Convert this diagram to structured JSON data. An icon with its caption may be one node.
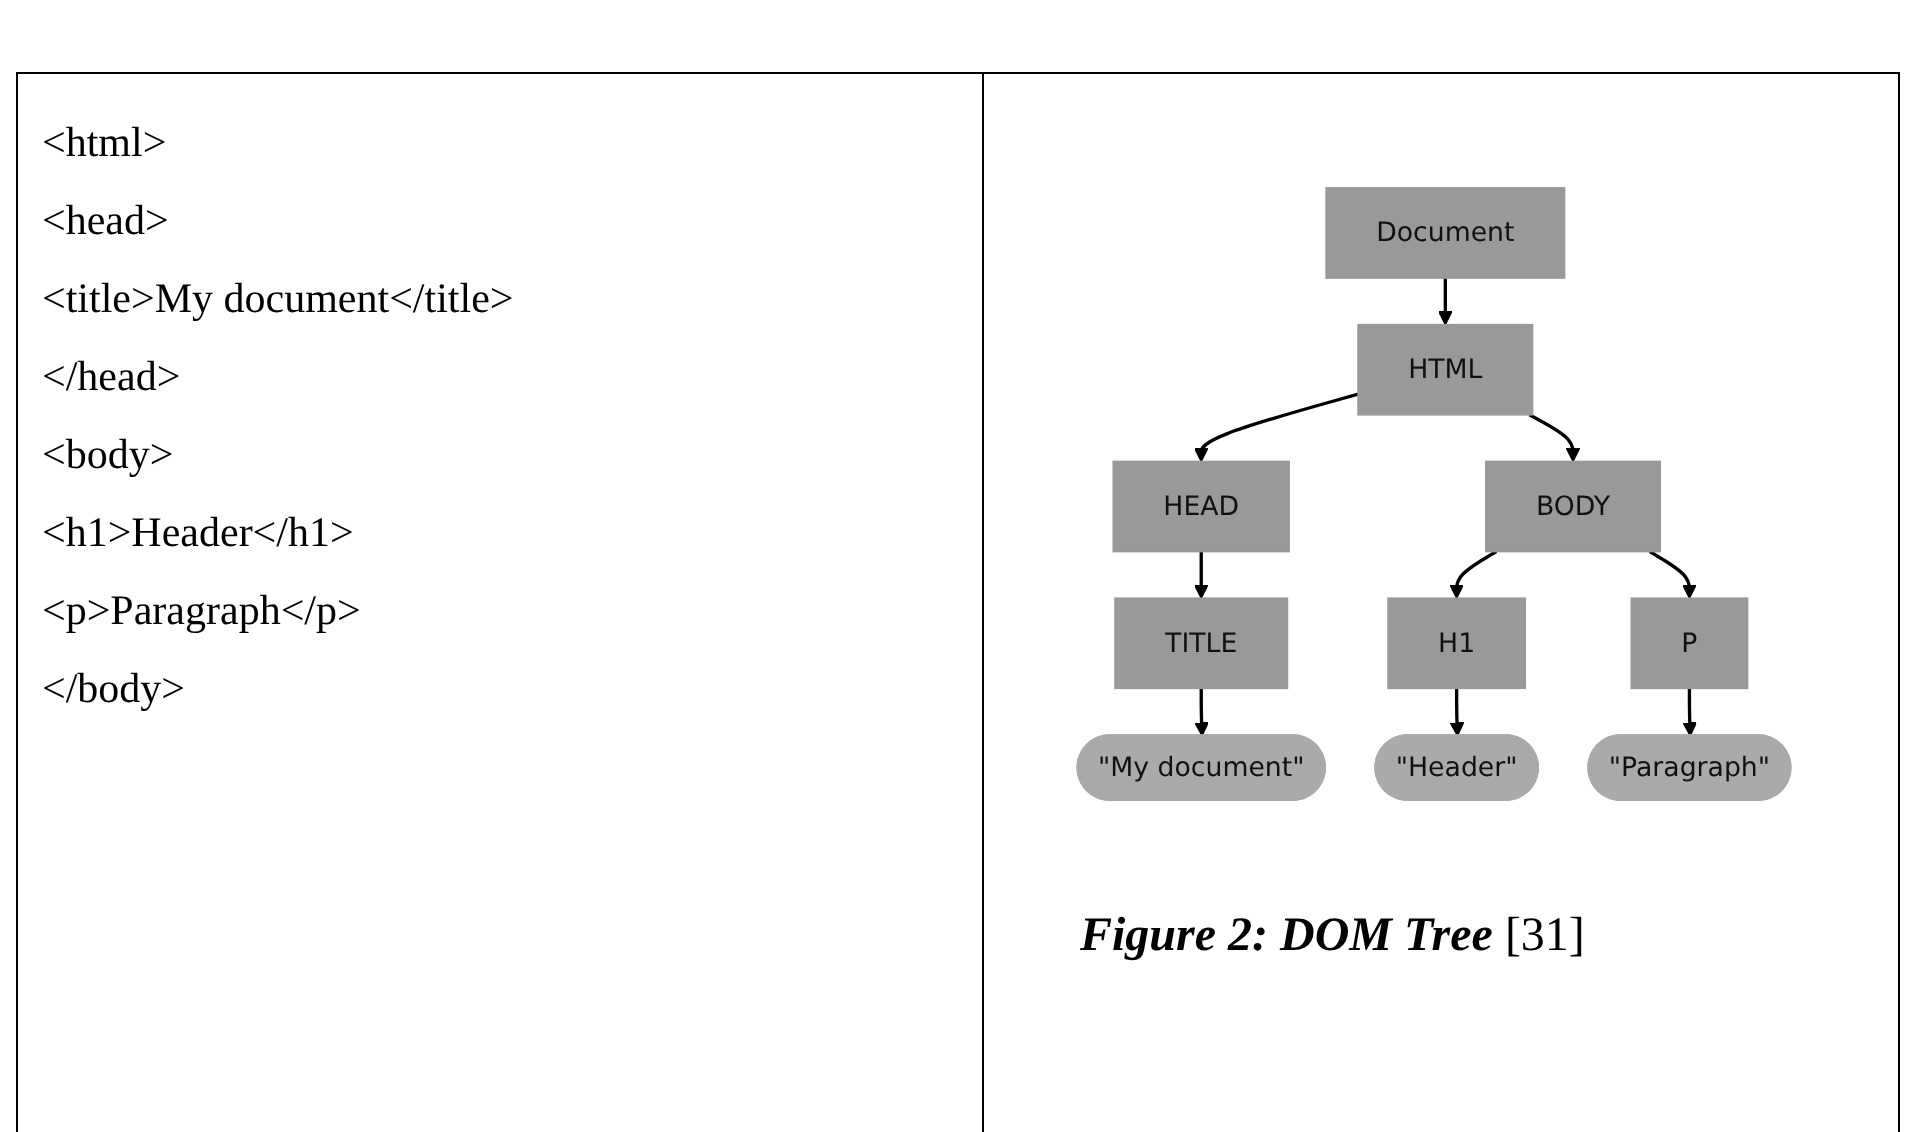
{
  "diagram": {
    "caption": "**Figure 2: DOM Tree** [31]",
    "nodes": [
      {
        "text": [
          "Document"
        ]
      },
      {
        "text": [
          "HTML"
        ]
      },
      {
        "text": [
          "HEAD"
        ]
      },
      {
        "text": [
          "BODY"
        ]
      },
      {
        "text": [
          "TITLE"
        ]
      },
      {
        "text": [
          "\"My document\""
        ]
      },
      {
        "text": [
          "H1"
        ]
      },
      {
        "text": [
          "P"
        ]
      },
      {
        "text": [
          "\"Header\""
        ]
      },
      {
        "text": [
          "\"Paragraph\""
        ]
      }
    ],
    "edges": [
      {
        "from": 0,
        "to": 1,
        "arrow": "to"
      },
      {
        "from": 1,
        "to": 2,
        "arrow": "to"
      },
      {
        "from": 1,
        "to": 3,
        "arrow": "to"
      },
      {
        "from": 2,
        "to": 4,
        "arrow": "to"
      },
      {
        "from": 4,
        "to": 5,
        "arrow": "to"
      },
      {
        "from": 3,
        "to": 6,
        "arrow": "to"
      },
      {
        "from": 3,
        "to": 7,
        "arrow": "to"
      },
      {
        "from": 6,
        "to": 8,
        "arrow": "to"
      },
      {
        "from": 7,
        "to": 9,
        "arrow": "to"
      }
    ],
    "labels": [
      "<html>",
      "<head>",
      "<title>My document</title>",
      "</head>",
      "<body>",
      "<h1>Header</h1>",
      "<p>Paragraph</p>",
      "</body>"
    ]
  }
}
